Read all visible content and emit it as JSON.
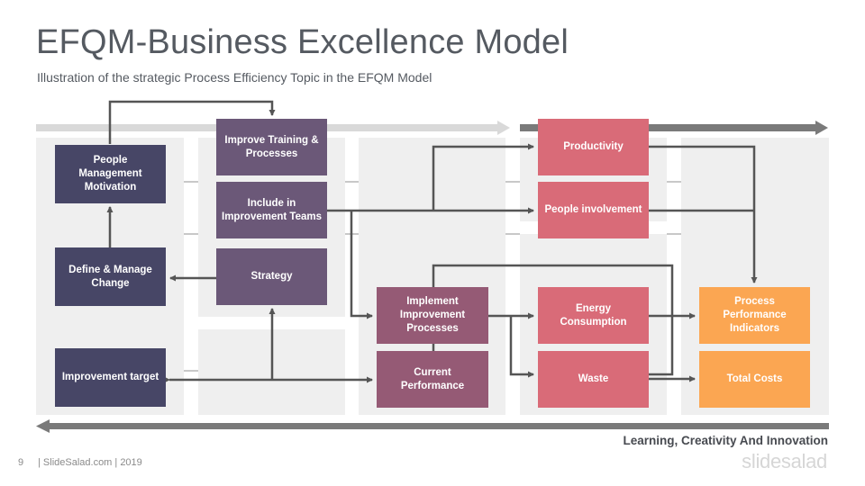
{
  "header": {
    "title": "EFQM-Business Excellence Model",
    "subtitle": "Illustration of the strategic Process Efficiency Topic in the EFQM Model"
  },
  "diagram": {
    "nodes": {
      "people_management": "People Management Motivation",
      "define_manage_change": "Define & Manage Change",
      "improvement_target": "Improvement target",
      "improve_training": "Improve Training & Processes",
      "include_in_teams": "Include in Improvement Teams",
      "strategy": "Strategy",
      "implement_improvement": "Implement Improvement Processes",
      "current_performance": "Current Performance",
      "productivity": "Productivity",
      "people_involvement": "People involvement",
      "energy_consumption": "Energy Consumption",
      "waste": "Waste",
      "process_performance": "Process Performance Indicators",
      "total_costs": "Total Costs"
    },
    "footer_label": "Learning, Creativity And Innovation"
  },
  "colors": {
    "navy": "#474666",
    "purple": "#6b5878",
    "mauve": "#955a75",
    "pink": "#d96b78",
    "orange": "#fba652",
    "connector": "#555555",
    "arrow_light": "#d9d9d9",
    "arrow_dark": "#7a7a7a"
  },
  "footer": {
    "page_number": "9",
    "meta": "| SlideSalad.com | 2019",
    "brand": "slidesalad"
  }
}
